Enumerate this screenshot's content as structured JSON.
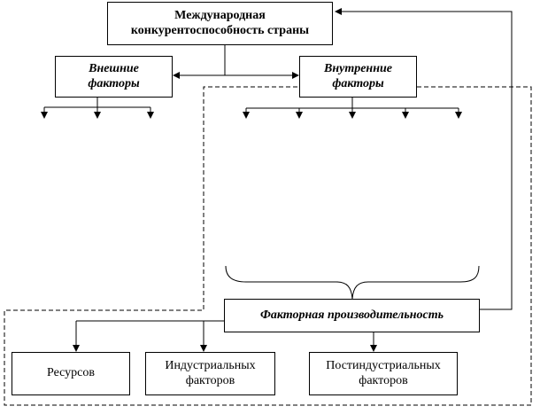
{
  "diagram": {
    "top_box": {
      "line1": "Международная",
      "line2": "конкурентоспособность страны"
    },
    "external_box": {
      "line1": "Внешние",
      "line2": "факторы"
    },
    "internal_box": {
      "line1": "Внутренние",
      "line2": "факторы"
    },
    "productivity_box": {
      "label": "Факторная производительность"
    },
    "bottom_boxes": [
      {
        "line1": "Ресурсов",
        "line2": ""
      },
      {
        "line1": "Индустриальных",
        "line2": "факторов"
      },
      {
        "line1": "Постиндустриальных",
        "line2": "факторов"
      }
    ],
    "external_branch_count": 3,
    "internal_branch_count": 5
  }
}
